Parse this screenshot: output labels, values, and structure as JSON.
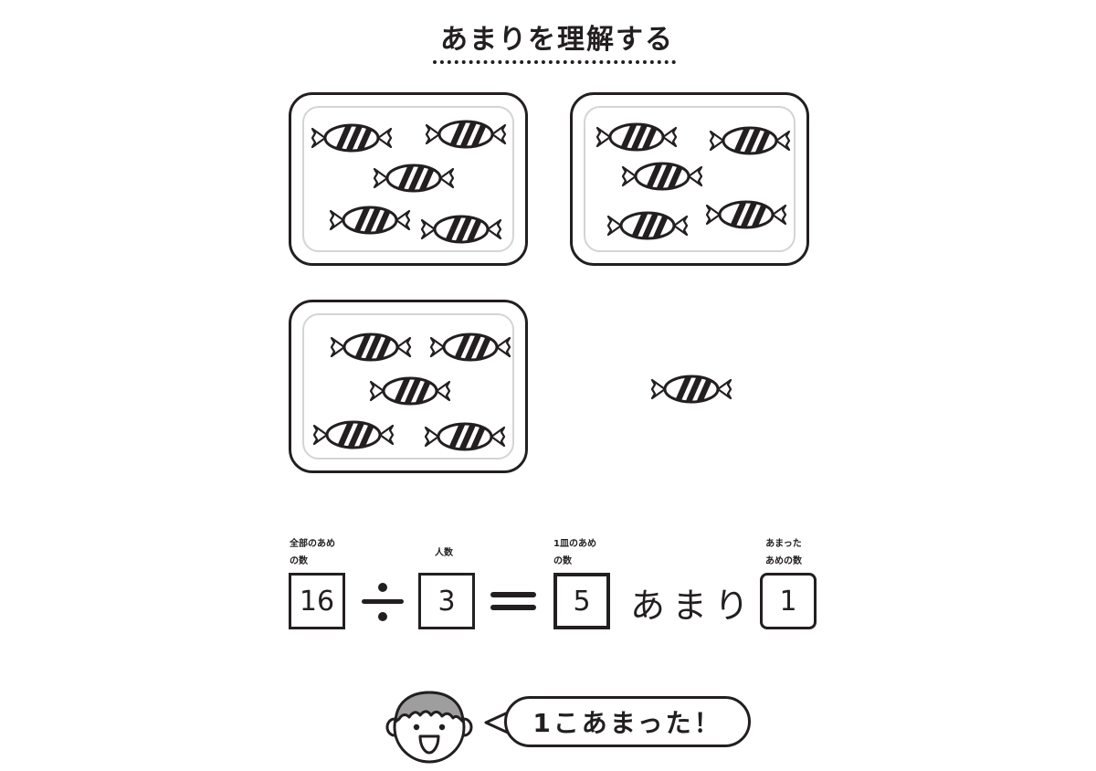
{
  "title": "あまりを理解する",
  "plates": [
    {
      "id": "plate-1",
      "candy_count": 5
    },
    {
      "id": "plate-2",
      "candy_count": 5
    },
    {
      "id": "plate-3",
      "candy_count": 5
    }
  ],
  "leftover_candy_count": 1,
  "equation": {
    "total_label_line1": "全部のあめ",
    "total_label_line2": "の数",
    "total_value": "16",
    "divide_symbol": "÷",
    "people_label": "人数",
    "people_value": "3",
    "equals_symbol": "=",
    "per_plate_label_line1": "1皿のあめ",
    "per_plate_label_line2": "の数",
    "per_plate_value": "5",
    "remainder_word": "あまり",
    "remainder_label_line1": "あまった",
    "remainder_label_line2": "あめの数",
    "remainder_value": "1"
  },
  "speech_bubble": {
    "text": "1こあまった！"
  },
  "colors": {
    "ink": "#231f20",
    "plate_inner_border": "#d4d4d4",
    "hair": "#9e9e9e"
  }
}
